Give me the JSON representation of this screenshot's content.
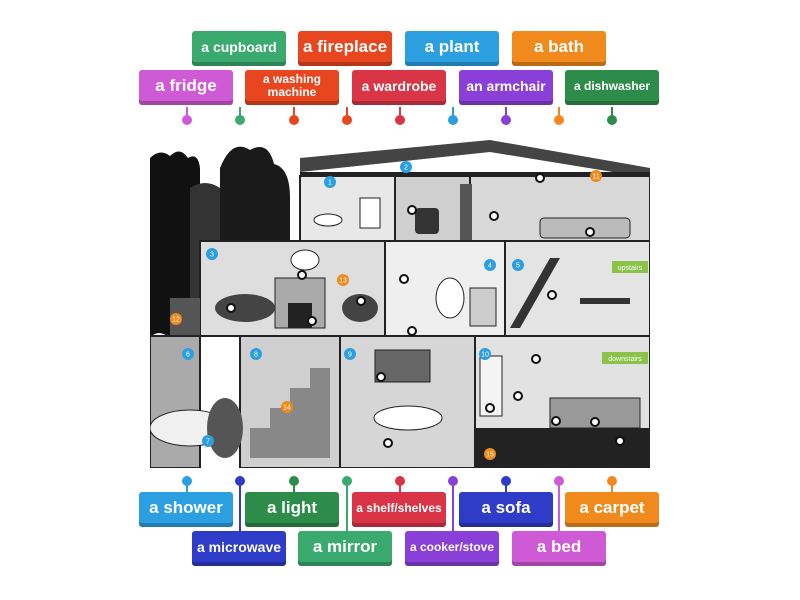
{
  "colors": {
    "green": "#3aaa6e",
    "red": "#e8461e",
    "blue": "#2c9fe0",
    "orange": "#f08a1c",
    "magenta": "#cf5ad6",
    "purple": "#8a3fd9",
    "darkgreen": "#2e8c4a",
    "navy": "#2f3cc7",
    "crimson": "#d93546"
  },
  "top_row1": [
    {
      "label": "a cupboard"
    },
    {
      "label": "a fireplace"
    },
    {
      "label": "a plant"
    },
    {
      "label": "a bath"
    }
  ],
  "top_row2": [
    {
      "label": "a fridge"
    },
    {
      "label": "a washing machine"
    },
    {
      "label": "a wardrobe"
    },
    {
      "label": "an armchair"
    },
    {
      "label": "a dishwasher"
    }
  ],
  "bottom_row1": [
    {
      "label": "a shower"
    },
    {
      "label": "a light"
    },
    {
      "label": "a shelf/shelves"
    },
    {
      "label": "a sofa"
    },
    {
      "label": "a carpet"
    }
  ],
  "bottom_row2": [
    {
      "label": "a microwave"
    },
    {
      "label": "a mirror"
    },
    {
      "label": "a cooker/stove"
    },
    {
      "label": "a bed"
    }
  ],
  "house": {
    "numbers": [
      "1",
      "2",
      "3",
      "4",
      "5",
      "6",
      "7",
      "8",
      "9",
      "10",
      "11",
      "12",
      "13",
      "14",
      "15"
    ],
    "tags": {
      "upstairs": "upstairs",
      "downstairs": "downstairs"
    }
  }
}
